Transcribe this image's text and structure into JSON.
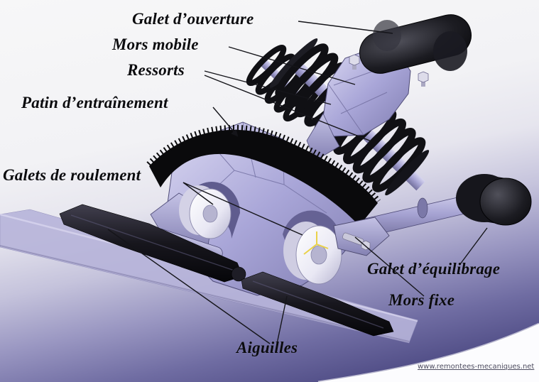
{
  "diagram": {
    "labels": [
      {
        "id": "galet-ouverture",
        "text": "Galet d’ouverture"
      },
      {
        "id": "mors-mobile",
        "text": "Mors mobile"
      },
      {
        "id": "ressorts",
        "text": "Ressorts"
      },
      {
        "id": "patin-entrainement",
        "text": "Patin d’entraînement"
      },
      {
        "id": "galets-roulement",
        "text": "Galets de roulement"
      },
      {
        "id": "galet-equilibrage",
        "text": "Galet d’équilibrage"
      },
      {
        "id": "mors-fixe",
        "text": "Mors fixe"
      },
      {
        "id": "aiguilles",
        "text": "Aiguilles"
      }
    ],
    "watermark": "www.remontees-mecaniques.net",
    "colors": {
      "body_lavender": "#a9a6d8",
      "dark_parts": "#0d0d11",
      "white_rollers": "#efeef7",
      "background_top": "#f7f7f8",
      "background_bottom": "#3e3c6c",
      "marker_yellow": "#ead24a",
      "leader_line": "#15151a"
    }
  }
}
